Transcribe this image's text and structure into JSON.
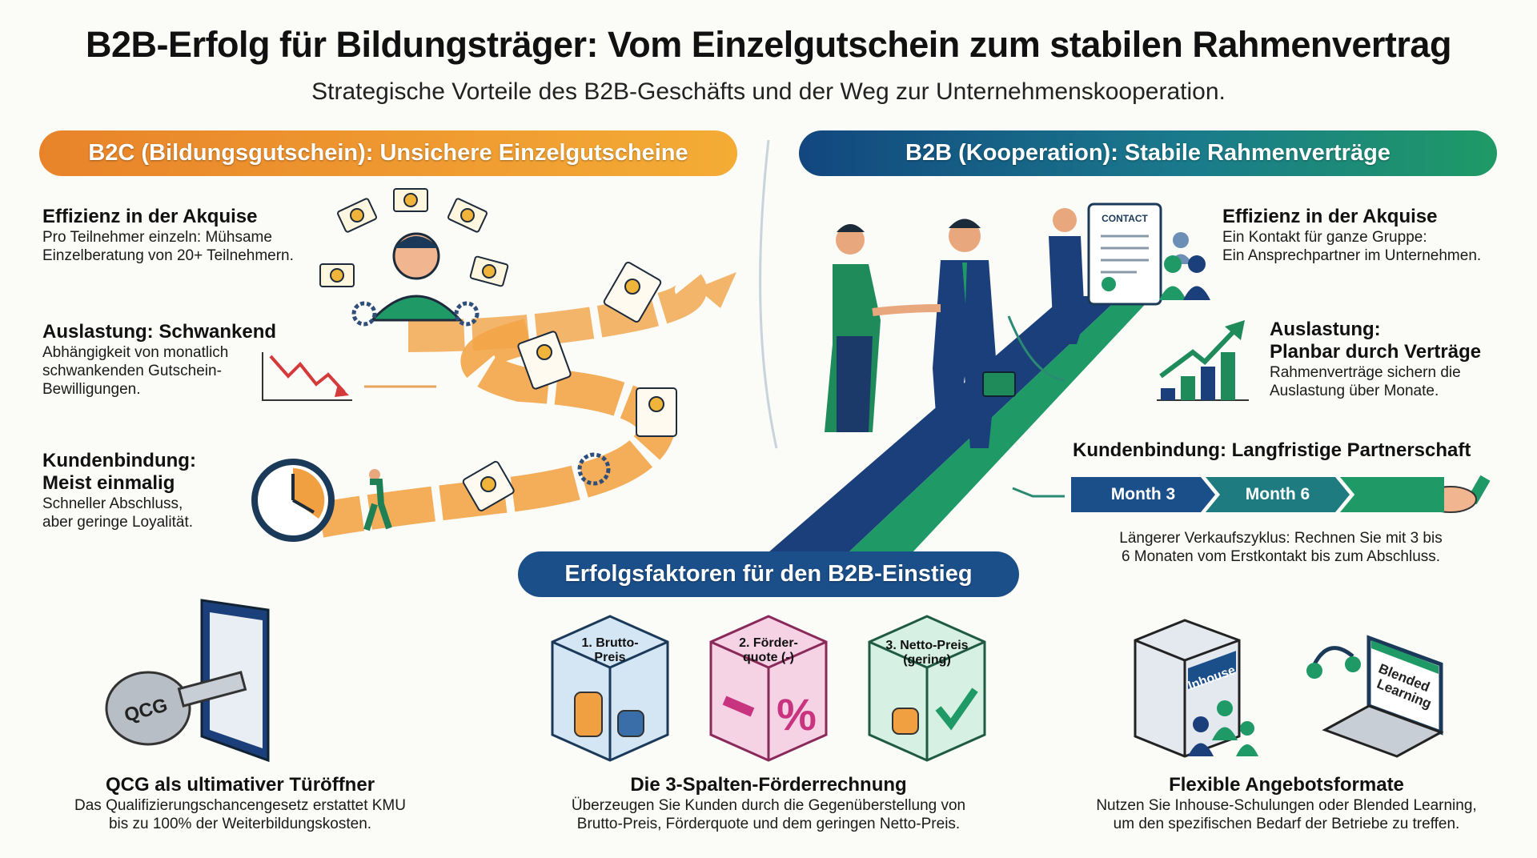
{
  "header": {
    "title": "B2B-Erfolg für Bildungsträger: Vom Einzelgutschein zum stabilen Rahmenvertrag",
    "subtitle": "Strategische Vorteile des B2B-Geschäfts und der Weg zur Unternehmenskooperation."
  },
  "b2c": {
    "banner": "B2C (Bildungsgutschein): Unsichere Einzelgutscheine",
    "items": [
      {
        "heading": "Effizienz in der Akquise",
        "lines": [
          "Pro Teilnehmer einzeln: Mühsame",
          "Einzelberatung von 20+ Teilnehmern."
        ]
      },
      {
        "heading": "Auslastung: Schwankend",
        "lines": [
          "Abhängigkeit von monatlich",
          "schwankenden Gutschein-",
          "Bewilligungen."
        ]
      },
      {
        "heading_lines": [
          "Kundenbindung:",
          "Meist einmalig"
        ],
        "lines": [
          "Schneller Abschluss,",
          "aber geringe Loyalität."
        ]
      }
    ]
  },
  "b2b": {
    "banner": "B2B (Kooperation): Stabile Rahmenverträge",
    "contract_label": "CONTACT",
    "items": [
      {
        "heading": "Effizienz in der Akquise",
        "lines": [
          "Ein Kontakt für ganze Gruppe:",
          "Ein Ansprechpartner im Unternehmen."
        ]
      },
      {
        "heading_lines": [
          "Auslastung:",
          "Planbar durch Verträge"
        ],
        "lines": [
          "Rahmenverträge sichern die",
          "Auslastung über Monate."
        ]
      },
      {
        "heading": "Kundenbindung: Langfristige Partnerschaft",
        "timeline": [
          "Month 3",
          "Month 6"
        ],
        "lines": [
          "Längerer Verkaufszyklus: Rechnen Sie mit 3 bis",
          "6 Monaten vom Erstkontakt bis zum Abschluss."
        ]
      }
    ]
  },
  "factors": {
    "banner": "Erfolgsfaktoren für den B2B-Einstieg",
    "qcg": {
      "key_label": "QCG",
      "heading": "QCG als ultimativer Türöffner",
      "lines": [
        "Das Qualifizierungschancengesetz erstattet KMU",
        "bis zu 100% der Weiterbildungskosten."
      ]
    },
    "calc": {
      "cubes": [
        {
          "lines": [
            "1. Brutto-",
            "Preis"
          ]
        },
        {
          "lines": [
            "2. Förder-",
            "quote (-)"
          ]
        },
        {
          "lines": [
            "3. Netto-Preis",
            "(gering)"
          ]
        }
      ],
      "percent_symbol": "%",
      "heading": "Die 3-Spalten-Förderrechnung",
      "lines": [
        "Überzeugen Sie Kunden durch die Gegenüberstellung von",
        "Brutto-Preis, Förderquote und dem geringen Netto-Preis."
      ]
    },
    "formats": {
      "building_label": "Inhouse",
      "laptop_lines": [
        "Blended",
        "Learning"
      ],
      "heading": "Flexible Angebotsformate",
      "lines": [
        "Nutzen Sie Inhouse-Schulungen oder Blended Learning,",
        "um den spezifischen Bedarf der Betriebe zu treffen."
      ]
    }
  },
  "colors": {
    "orange": "#f09a33",
    "blue": "#1b4f8a",
    "green": "#1f9a66",
    "pink": "#c8347f"
  }
}
